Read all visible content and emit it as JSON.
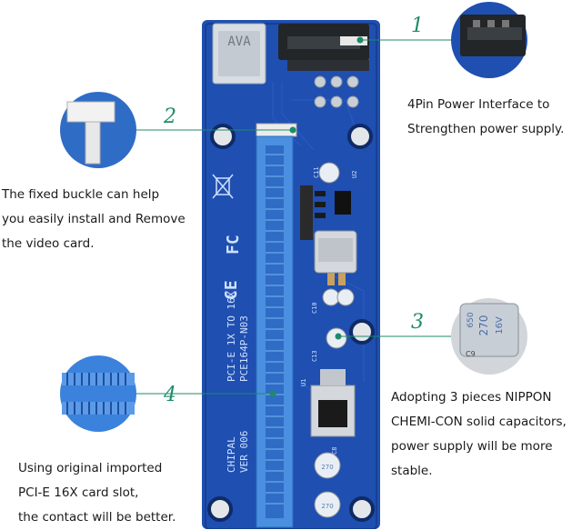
{
  "callouts": [
    {
      "number": "1",
      "lines": [
        "4Pin Power Interface to",
        "Strengthen power supply."
      ]
    },
    {
      "number": "2",
      "lines": [
        "The fixed buckle can help",
        "you easily install and Remove",
        "the video card."
      ]
    },
    {
      "number": "3",
      "lines": [
        "Adopting 3 pieces NIPPON",
        "CHEMI-CON solid capacitors,",
        "power supply will be more",
        "stable."
      ]
    },
    {
      "number": "4",
      "lines": [
        "Using original imported",
        "PCI-E 16X card slot,",
        "the contact will be better."
      ]
    }
  ],
  "board_labels": {
    "model_line1": "PCI-E 1X TO 16X",
    "model_line2": "PCE164P-N03",
    "brand": "CHIPAL",
    "version": "VER 006",
    "ce": "CE",
    "fc": "FC",
    "cap_value": "270",
    "cap_voltage": "16V",
    "cap_mark": "650",
    "c9": "C9",
    "c10": "C10",
    "c11": "C11",
    "c13": "C13",
    "c8": "C8",
    "u1": "U1",
    "u2": "U2"
  },
  "colors": {
    "board": "#1f4fb0",
    "board_dark": "#173f94",
    "slot": "#4a8fe0",
    "leader": "#1f8a6a",
    "text": "#1a1a1a"
  }
}
